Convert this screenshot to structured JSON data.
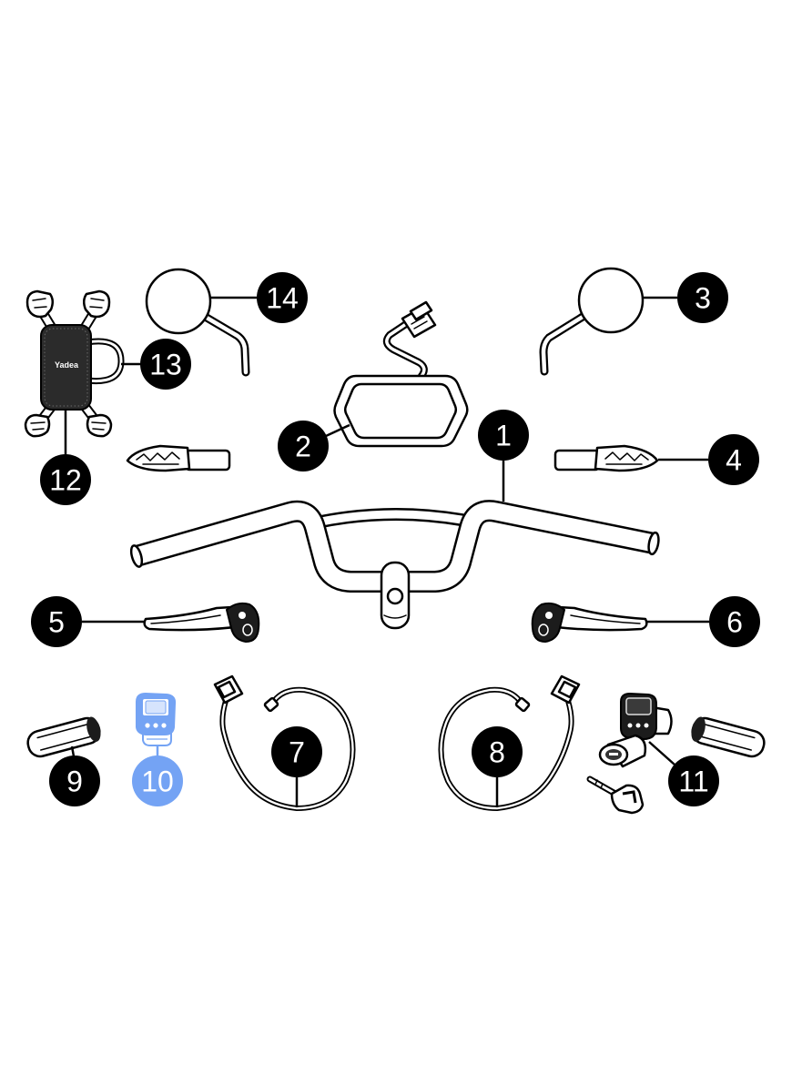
{
  "diagram": {
    "callouts": [
      {
        "label": "1",
        "highlighted": false
      },
      {
        "label": "2",
        "highlighted": false
      },
      {
        "label": "3",
        "highlighted": false
      },
      {
        "label": "4",
        "highlighted": false
      },
      {
        "label": "5",
        "highlighted": false
      },
      {
        "label": "6",
        "highlighted": false
      },
      {
        "label": "7",
        "highlighted": false
      },
      {
        "label": "8",
        "highlighted": false
      },
      {
        "label": "9",
        "highlighted": false
      },
      {
        "label": "10",
        "highlighted": true
      },
      {
        "label": "11",
        "highlighted": false
      },
      {
        "label": "12",
        "highlighted": false
      },
      {
        "label": "13",
        "highlighted": false
      },
      {
        "label": "14",
        "highlighted": false
      }
    ],
    "phone_holder_logo": "Yadea"
  },
  "colors": {
    "line": "#000000",
    "callout_fill": "#000000",
    "callout_text": "#ffffff",
    "highlight": "#74a3f4"
  }
}
